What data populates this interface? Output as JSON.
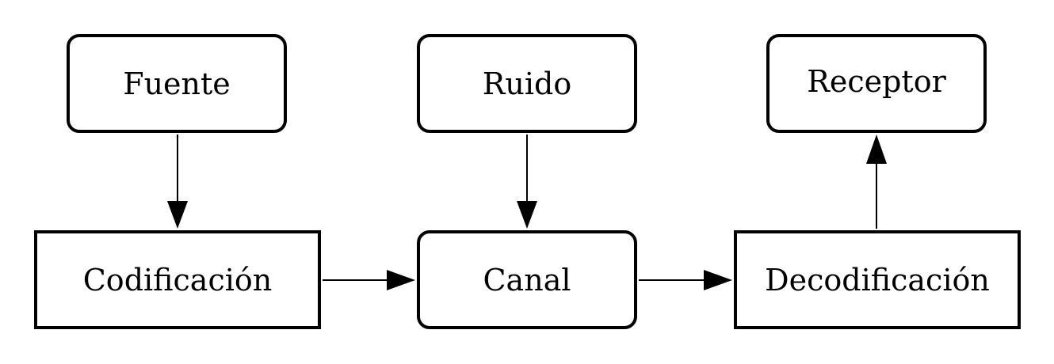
{
  "diagram": {
    "nodes": {
      "fuente": "Fuente",
      "ruido": "Ruido",
      "receptor": "Receptor",
      "codificacion": "Codificación",
      "canal": "Canal",
      "decodificacion": "Decodificación"
    },
    "edges": [
      {
        "from": "Fuente",
        "to": "Codificación"
      },
      {
        "from": "Ruido",
        "to": "Canal"
      },
      {
        "from": "Codificación",
        "to": "Canal"
      },
      {
        "from": "Canal",
        "to": "Decodificación"
      },
      {
        "from": "Decodificación",
        "to": "Receptor"
      }
    ]
  }
}
